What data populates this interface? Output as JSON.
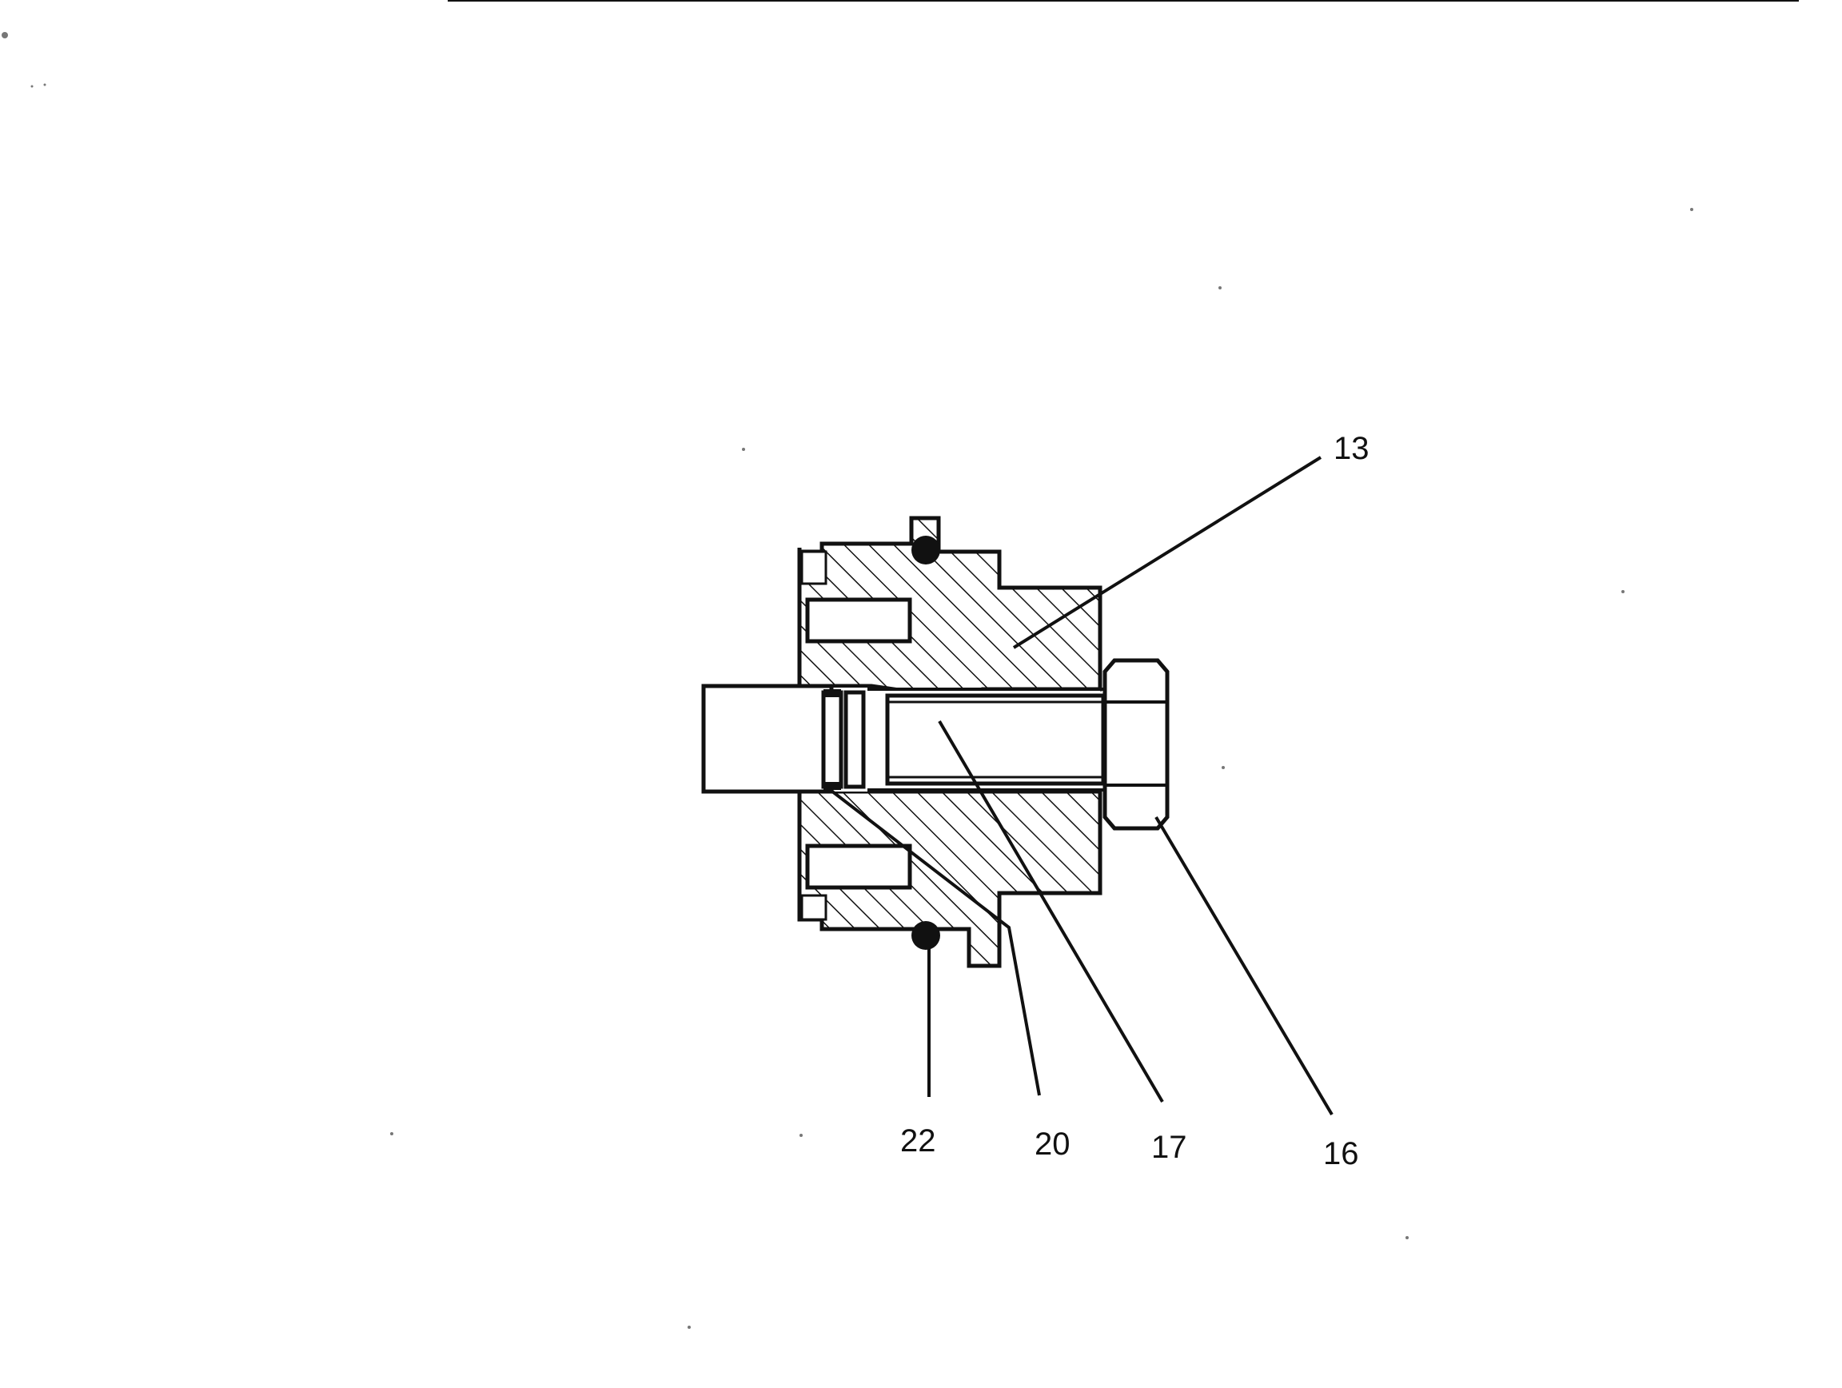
{
  "drawing": {
    "type": "sectional assembly drawing",
    "line_color": "#111111",
    "background_color": "#ffffff",
    "callouts": [
      {
        "id": "c13",
        "label": "13"
      },
      {
        "id": "c16",
        "label": "16"
      },
      {
        "id": "c17",
        "label": "17"
      },
      {
        "id": "c20",
        "label": "20"
      },
      {
        "id": "c22",
        "label": "22"
      }
    ]
  }
}
